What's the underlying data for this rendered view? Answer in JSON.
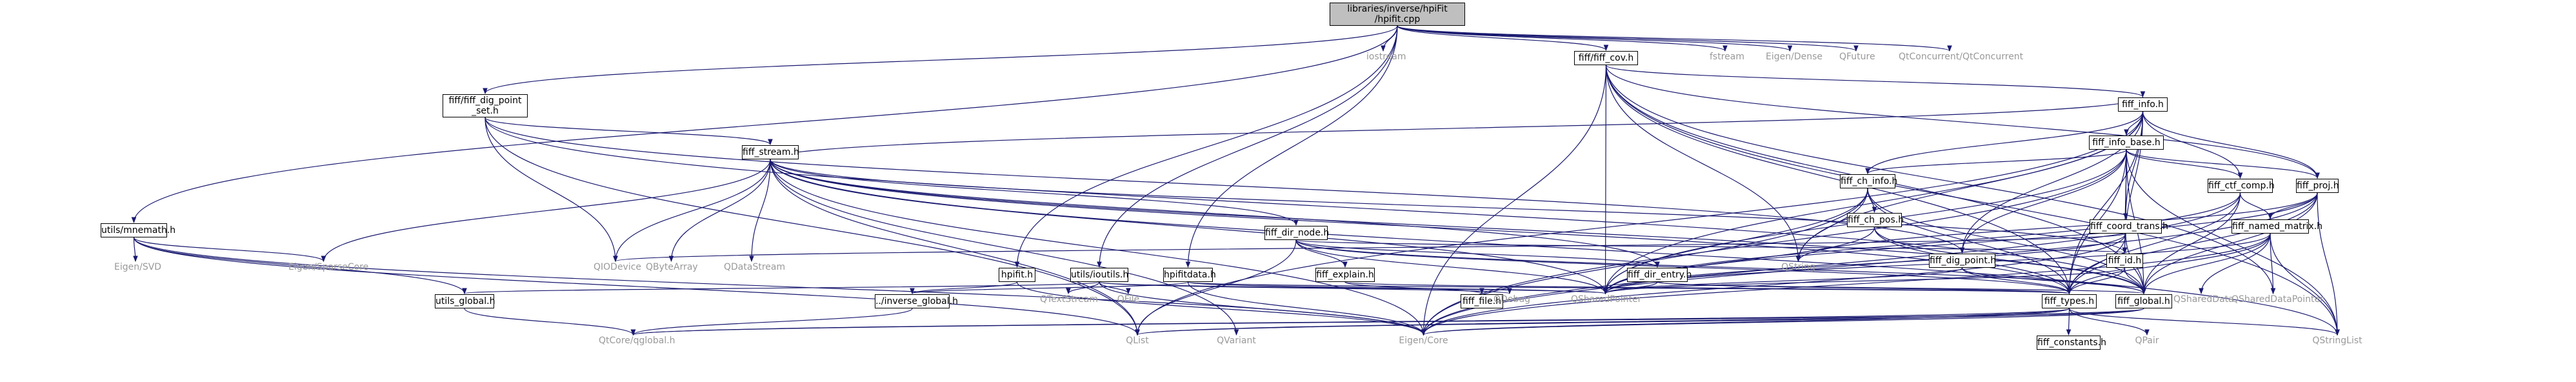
{
  "graph": {
    "colors": {
      "edge": "#191970",
      "node_border": "#000000",
      "root_fill": "#bfbfbf",
      "external_text": "#999999"
    },
    "nodes": {
      "root": [
        "libraries/inverse/hpiFit",
        "/hpifit.cpp"
      ],
      "fiff_cov": "fiff/fiff_cov.h",
      "iostream": "iostream",
      "fstream": "fstream",
      "eigen_dense": "Eigen/Dense",
      "qfuture": "QFuture",
      "qtconcurrent": "QtConcurrent/QtConcurrent",
      "fiff_dig_point_set": [
        "fiff/fiff_dig_point",
        "_set.h"
      ],
      "fiff_stream": "fiff_stream.h",
      "fiff_info": "fiff_info.h",
      "fiff_info_base": "fiff_info_base.h",
      "utils_mnemath": "utils/mnemath.h",
      "eigen_svd": "Eigen/SVD",
      "eigen_sparsecore": "Eigen/SparseCore",
      "utils_global": "utils_global.h",
      "qtcore_qglobal": "QtCore/qglobal.h",
      "qbytearray": "QByteArray",
      "qdatastream": "QDataStream",
      "fiff_dir_node": "fiff_dir_node.h",
      "qiodevice": "QIODevice",
      "fiff_explain": "fiff_explain.h",
      "fiff_dir_entry": "fiff_dir_entry.h",
      "fiff_file": "fiff_file.h",
      "hpifit_h": "hpifit.h",
      "inverse_global": "../inverse_global.h",
      "utils_ioutils": "utils/ioutils.h",
      "qtextstream": "QTextStream",
      "qfile": "QFile",
      "hpifitdata": "hpifitdata.h",
      "qdebug": "QDebug",
      "qsharedpointer": "QSharedPointer",
      "fiff_coord_trans": "fiff_coord_trans.h",
      "fiff_id": "fiff_id.h",
      "fiff_global": "fiff_global.h",
      "qlist": "QList",
      "qvariant": "QVariant",
      "eigen_core": "Eigen/Core",
      "qstring": "QString",
      "fiff_ch_info": "fiff_ch_info.h",
      "fiff_ch_pos": "fiff_ch_pos.h",
      "fiff_dig_point": "fiff_dig_point.h",
      "fiff_ctf_comp": "fiff_ctf_comp.h",
      "fiff_proj": "fiff_proj.h",
      "fiff_named_matrix": "fiff_named_matrix.h",
      "fiff_types": "fiff_types.h",
      "fiff_constants": "fiff_constants.h",
      "qpair": "QPair",
      "qshareddata": "QSharedData",
      "qshareddatapointer": "QSharedDataPointer",
      "qstringlist": "QStringList"
    }
  }
}
